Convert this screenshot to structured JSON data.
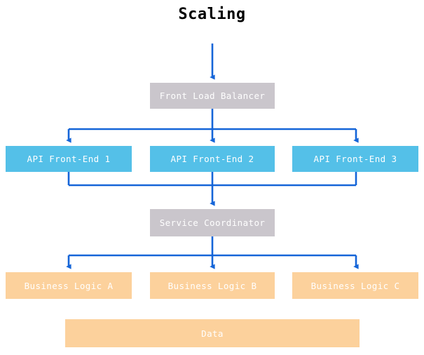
{
  "diagram": {
    "title": "Scaling",
    "type": "architecture-flow-diagram",
    "background_color": "#ffffff",
    "connector_color": "#1565d8",
    "tiers": [
      {
        "name": "load-balancer-tier",
        "fill_color": "#cac6cc",
        "text_color": "#ffffff",
        "nodes": [
          {
            "id": "front-load-balancer",
            "label": "Front Load Balancer"
          }
        ]
      },
      {
        "name": "api-tier",
        "fill_color": "#54c0e8",
        "text_color": "#ffffff",
        "nodes": [
          {
            "id": "api-front-end-1",
            "label": "API Front-End 1"
          },
          {
            "id": "api-front-end-2",
            "label": "API Front-End 2"
          },
          {
            "id": "api-front-end-3",
            "label": "API Front-End 3"
          }
        ]
      },
      {
        "name": "coordinator-tier",
        "fill_color": "#cac6cc",
        "text_color": "#ffffff",
        "nodes": [
          {
            "id": "service-coordinator",
            "label": "Service Coordinator"
          }
        ]
      },
      {
        "name": "business-logic-tier",
        "fill_color": "#fcd19c",
        "text_color": "#ffffff",
        "nodes": [
          {
            "id": "business-logic-a",
            "label": "Business Logic A"
          },
          {
            "id": "business-logic-b",
            "label": "Business Logic B"
          },
          {
            "id": "business-logic-c",
            "label": "Business Logic C"
          }
        ]
      },
      {
        "name": "data-tier",
        "fill_color": "#fcd19c",
        "text_color": "#ffffff",
        "nodes": [
          {
            "id": "data",
            "label": "Data"
          }
        ]
      }
    ],
    "edges": [
      {
        "from": "external-ingress",
        "to": "front-load-balancer",
        "style": "arrow-down"
      },
      {
        "from": "front-load-balancer",
        "to": "api-front-end-1",
        "style": "fan-out"
      },
      {
        "from": "front-load-balancer",
        "to": "api-front-end-2",
        "style": "fan-out"
      },
      {
        "from": "front-load-balancer",
        "to": "api-front-end-3",
        "style": "fan-out"
      },
      {
        "from": "api-front-end-1",
        "to": "service-coordinator",
        "style": "fan-in"
      },
      {
        "from": "api-front-end-2",
        "to": "service-coordinator",
        "style": "fan-in"
      },
      {
        "from": "api-front-end-3",
        "to": "service-coordinator",
        "style": "fan-in"
      },
      {
        "from": "service-coordinator",
        "to": "business-logic-a",
        "style": "fan-out"
      },
      {
        "from": "service-coordinator",
        "to": "business-logic-b",
        "style": "fan-out"
      },
      {
        "from": "service-coordinator",
        "to": "business-logic-c",
        "style": "fan-out"
      }
    ]
  }
}
